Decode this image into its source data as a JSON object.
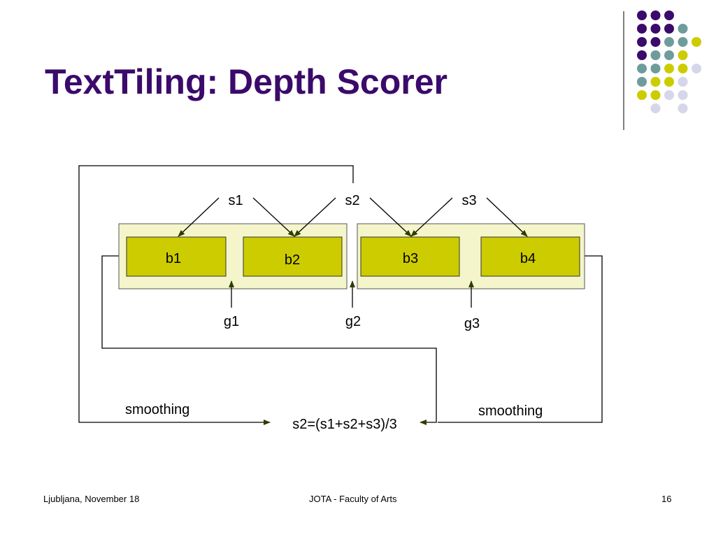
{
  "slide": {
    "title": "TextTiling: Depth Scorer"
  },
  "colors": {
    "title": "#3b0a6b",
    "dot_purple": "#3b0a6b",
    "dot_teal": "#6e9c9c",
    "dot_yellow": "#cccc00",
    "dot_lavender": "#d6d6ea",
    "block_fill": "#cccc00",
    "panel_fill": "#f5f5cc",
    "arrow": "#2e3d00"
  },
  "diagram": {
    "scores": [
      "s1",
      "s2",
      "s3"
    ],
    "blocks": [
      "b1",
      "b2",
      "b3",
      "b4"
    ],
    "gaps": [
      "g1",
      "g2",
      "g3"
    ],
    "smoothing_left": "smoothing",
    "smoothing_right": "smoothing",
    "formula": "s2=(s1+s2+s3)/3"
  },
  "footer": {
    "left": "Ljubljana, November 18",
    "center": "JOTA - Faculty of Arts",
    "page": "16"
  }
}
